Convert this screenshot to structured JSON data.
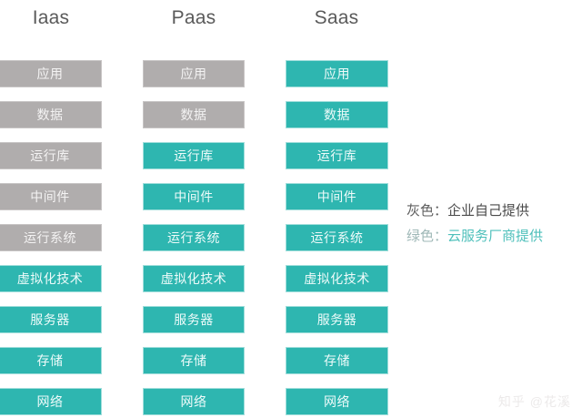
{
  "columns": [
    {
      "id": "iaas",
      "header": "Iaas",
      "layers": [
        {
          "label": "应用",
          "fill": "gray"
        },
        {
          "label": "数据",
          "fill": "gray"
        },
        {
          "label": "运行库",
          "fill": "gray"
        },
        {
          "label": "中间件",
          "fill": "gray"
        },
        {
          "label": "运行系统",
          "fill": "gray"
        },
        {
          "label": "虚拟化技术",
          "fill": "teal"
        },
        {
          "label": "服务器",
          "fill": "teal"
        },
        {
          "label": "存储",
          "fill": "teal"
        },
        {
          "label": "网络",
          "fill": "teal"
        }
      ]
    },
    {
      "id": "paas",
      "header": "Paas",
      "layers": [
        {
          "label": "应用",
          "fill": "gray"
        },
        {
          "label": "数据",
          "fill": "gray"
        },
        {
          "label": "运行库",
          "fill": "teal"
        },
        {
          "label": "中间件",
          "fill": "teal"
        },
        {
          "label": "运行系统",
          "fill": "teal"
        },
        {
          "label": "虚拟化技术",
          "fill": "teal"
        },
        {
          "label": "服务器",
          "fill": "teal"
        },
        {
          "label": "存储",
          "fill": "teal"
        },
        {
          "label": "网络",
          "fill": "teal"
        }
      ]
    },
    {
      "id": "saas",
      "header": "Saas",
      "layers": [
        {
          "label": "应用",
          "fill": "teal"
        },
        {
          "label": "数据",
          "fill": "teal"
        },
        {
          "label": "运行库",
          "fill": "teal"
        },
        {
          "label": "中间件",
          "fill": "teal"
        },
        {
          "label": "运行系统",
          "fill": "teal"
        },
        {
          "label": "虚拟化技术",
          "fill": "teal"
        },
        {
          "label": "服务器",
          "fill": "teal"
        },
        {
          "label": "存储",
          "fill": "teal"
        },
        {
          "label": "网络",
          "fill": "teal"
        }
      ]
    }
  ],
  "legend": {
    "gray_key": "灰色：",
    "gray_value": "企业自己提供",
    "teal_key": "绿色：",
    "teal_value": "云服务厂商提供"
  },
  "watermark": "知乎 @花溪",
  "colors": {
    "gray": "#b0adad",
    "teal": "#2eb6b0",
    "header_text": "#5a5a5a",
    "background": "#ffffff",
    "watermark_text": "#eceaea"
  }
}
